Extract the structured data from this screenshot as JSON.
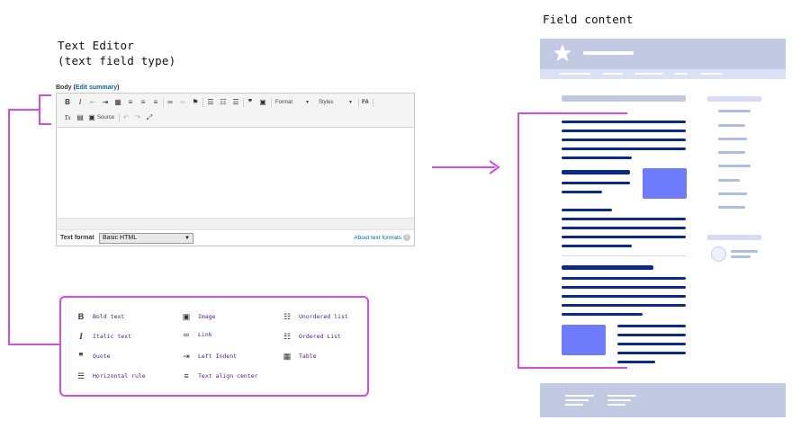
{
  "headings": {
    "editor_title_line1": "Text Editor",
    "editor_title_line2": "(text field type)",
    "field_content_title": "Field content"
  },
  "editor": {
    "field_label": "Body",
    "field_label_open": "(",
    "edit_summary_link": "Edit summary",
    "field_label_close": ")",
    "toolbar": {
      "row1": [
        {
          "name": "bold-icon",
          "glyph": "B"
        },
        {
          "name": "italic-icon",
          "glyph": "I"
        },
        {
          "name": "outdent-icon",
          "glyph": "⇤"
        },
        {
          "name": "indent-icon",
          "glyph": "⇥"
        },
        {
          "name": "table-icon",
          "glyph": "▦"
        },
        {
          "name": "align-left-icon",
          "glyph": "≡"
        },
        {
          "name": "align-center-icon",
          "glyph": "≡"
        },
        {
          "name": "align-right-icon",
          "glyph": "≡"
        },
        {
          "name": "link-icon",
          "glyph": "∞"
        },
        {
          "name": "unlink-icon",
          "glyph": "∞"
        },
        {
          "name": "anchor-flag-icon",
          "glyph": "⚑"
        },
        {
          "name": "bulleted-list-icon",
          "glyph": "☰"
        },
        {
          "name": "numbered-list-icon",
          "glyph": "☷"
        },
        {
          "name": "horizontal-rule-icon",
          "glyph": "☰"
        },
        {
          "name": "blockquote-icon",
          "glyph": "❞"
        },
        {
          "name": "image-icon",
          "glyph": "▣"
        }
      ],
      "format_label": "Format",
      "styles_label": "Styles",
      "fa_label": "FA",
      "source_label": "Source",
      "remove_format_glyph": "Tx"
    },
    "text_format_label": "Text format",
    "text_format_value": "Basic HTML",
    "about_link": "About text formats",
    "help_glyph": "?"
  },
  "legend": {
    "items": [
      {
        "icon_glyph": "B",
        "label": "Bold text",
        "icon_name": "bold-icon"
      },
      {
        "icon_glyph": "▣",
        "label": "Image",
        "icon_name": "image-icon"
      },
      {
        "icon_glyph": "☷",
        "label": "Unordered list",
        "icon_name": "unordered-list-icon"
      },
      {
        "icon_glyph": "I",
        "label": "Italic text",
        "icon_name": "italic-icon"
      },
      {
        "icon_glyph": "∞",
        "label": "Link",
        "icon_name": "link-icon"
      },
      {
        "icon_glyph": "☷",
        "label": "Ordered List",
        "icon_name": "ordered-list-icon"
      },
      {
        "icon_glyph": "❞",
        "label": "Quote",
        "icon_name": "quote-icon"
      },
      {
        "icon_glyph": "⇥",
        "label": "Left Indent",
        "icon_name": "left-indent-icon"
      },
      {
        "icon_glyph": "▦",
        "label": "Table",
        "icon_name": "table-icon"
      },
      {
        "icon_glyph": "☰",
        "label": "Horizontal rule",
        "icon_name": "horizontal-rule-icon"
      },
      {
        "icon_glyph": "≡",
        "label": "Text align center",
        "icon_name": "align-center-icon"
      }
    ]
  },
  "colors": {
    "connector": "#d34de0",
    "mock_header": "#c2c9e2",
    "mock_text": "#0a2a86",
    "mock_image": "#6e7bfb"
  }
}
